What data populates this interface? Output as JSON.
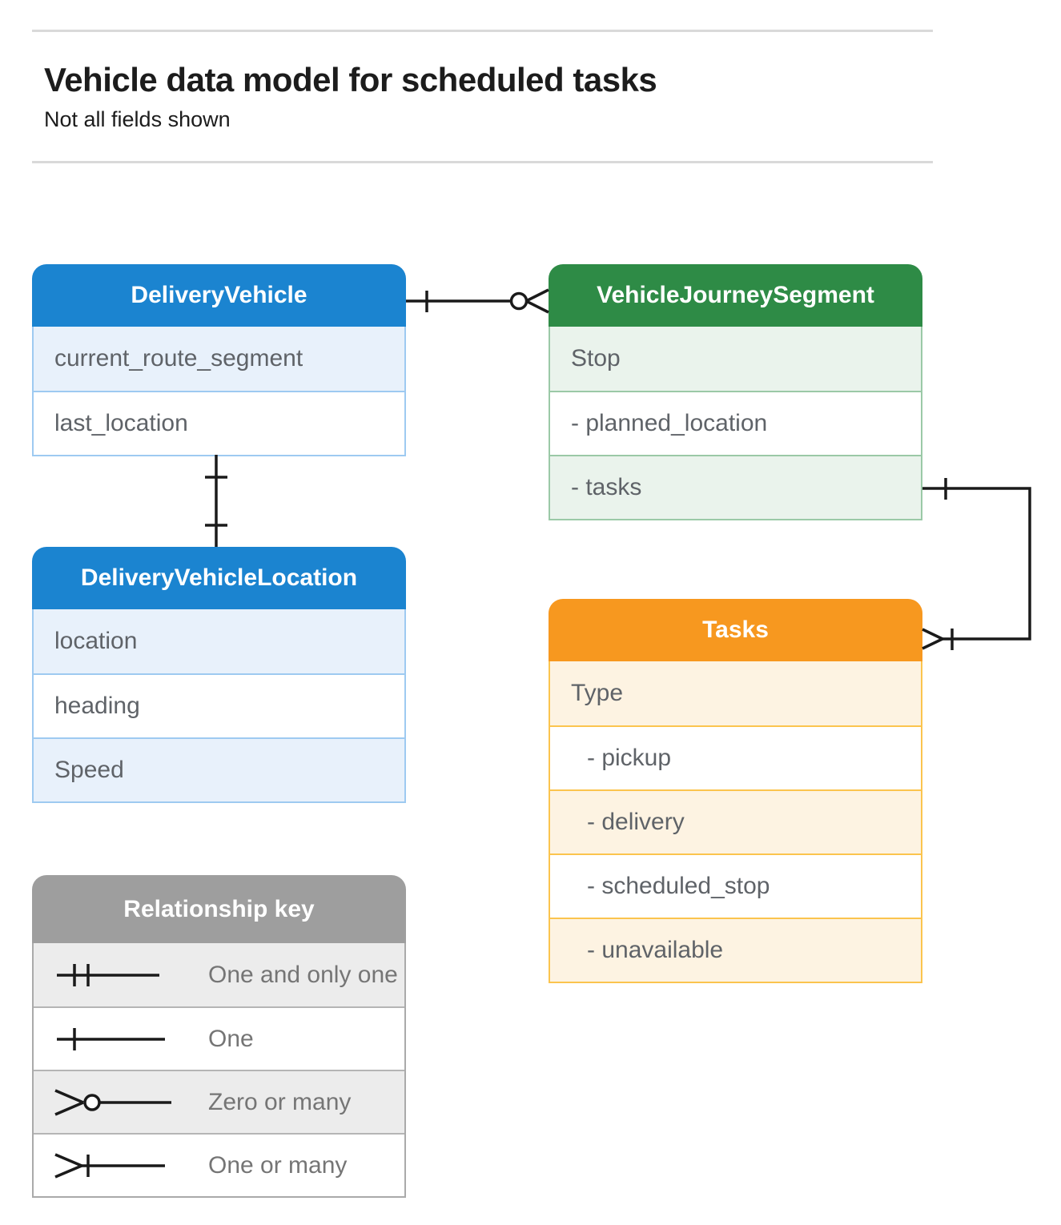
{
  "page": {
    "title": "Vehicle data model for scheduled tasks",
    "subtitle": "Not all fields shown"
  },
  "entities": {
    "delivery_vehicle": {
      "title": "DeliveryVehicle",
      "rows": [
        {
          "label": "current_route_segment"
        },
        {
          "label": "last_location"
        }
      ]
    },
    "vehicle_journey_segment": {
      "title": "VehicleJourneySegment",
      "rows": [
        {
          "label": "Stop"
        },
        {
          "label": "- planned_location"
        },
        {
          "label": "- tasks"
        }
      ]
    },
    "delivery_vehicle_location": {
      "title": "DeliveryVehicleLocation",
      "rows": [
        {
          "label": "location"
        },
        {
          "label": "heading"
        },
        {
          "label": "Speed"
        }
      ]
    },
    "tasks": {
      "title": "Tasks",
      "rows": [
        {
          "label": "Type"
        },
        {
          "label": "- pickup"
        },
        {
          "label": "- delivery"
        },
        {
          "label": "- scheduled_stop"
        },
        {
          "label": "- unavailable"
        }
      ]
    }
  },
  "relationships": [
    {
      "from": "DeliveryVehicle",
      "to": "VehicleJourneySegment",
      "from_end": "one",
      "to_end": "zero-or-many"
    },
    {
      "from": "DeliveryVehicle",
      "to": "DeliveryVehicleLocation",
      "from_end": "one",
      "to_end": "one"
    },
    {
      "from": "VehicleJourneySegment.tasks",
      "to": "Tasks",
      "from_end": "one",
      "to_end": "one-or-many"
    }
  ],
  "legend": {
    "title": "Relationship key",
    "items": [
      {
        "symbol": "one-and-only-one",
        "label": "One and only one"
      },
      {
        "symbol": "one",
        "label": "One"
      },
      {
        "symbol": "zero-or-many",
        "label": "Zero or many"
      },
      {
        "symbol": "one-or-many",
        "label": "One or many"
      }
    ]
  },
  "colors": {
    "blue_header": "#1b84d0",
    "blue_tint": "#e8f1fb",
    "blue_border": "#9ecaf1",
    "green_header": "#2e8b46",
    "green_tint": "#eaf3ec",
    "green_border": "#9bc9a7",
    "orange_header": "#f7981f",
    "orange_tint": "#fdf3e2",
    "orange_border": "#fbc44e",
    "gray_header": "#9e9e9e",
    "gray_tint": "#ececec",
    "gray_border": "#aaaaaa",
    "line": "#1a1a1a"
  }
}
